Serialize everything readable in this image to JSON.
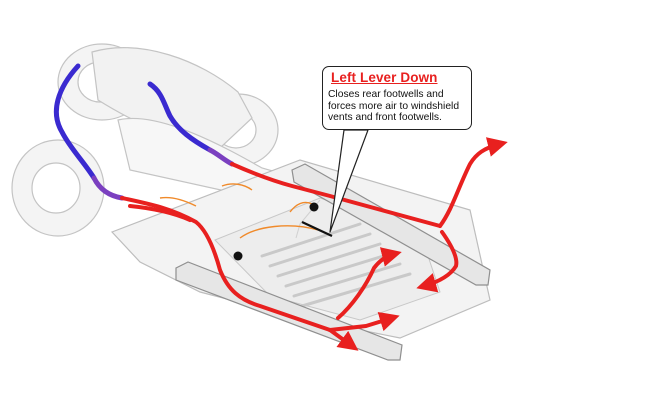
{
  "callout": {
    "title": "Left Lever Down",
    "body_lines": [
      "Closes rear footwells and",
      "forces more air to windshield",
      "vents and front footwells."
    ]
  },
  "colors": {
    "hot_air": "#e8201f",
    "cold_air": "#3a2ad0",
    "cable": "#f08a2a",
    "chassis_outline": "#bdbdbd",
    "body_fill": "#f4f4f4"
  },
  "icons": {
    "air_flow_arrow": "arrow-icon",
    "lever": "lever-icon"
  }
}
